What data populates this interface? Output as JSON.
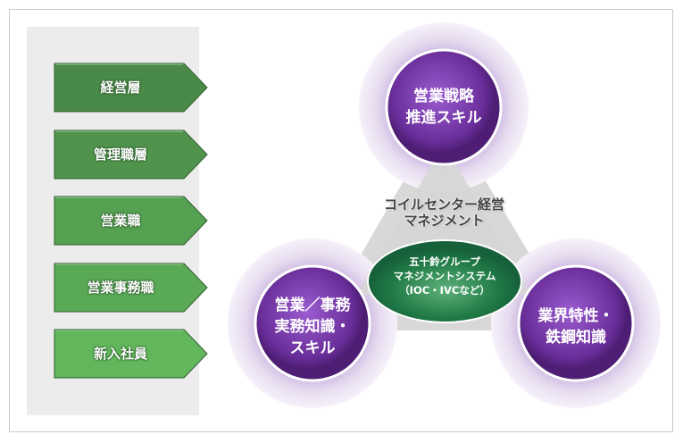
{
  "levels": [
    "経営層",
    "管理職層",
    "営業職",
    "営業事務職",
    "新入社員"
  ],
  "colors": {
    "level_fills": [
      "#4a8a48",
      "#4f934c",
      "#56a052",
      "#5aa956",
      "#62b65c"
    ],
    "circle": "#6a2e9a",
    "halo": "#d9c8e6",
    "ellipse": "#1f7a45"
  },
  "circles": {
    "top": [
      "営業戦略",
      "推進スキル"
    ],
    "left": [
      "営業／事務",
      "実務知識・",
      "スキル"
    ],
    "right": [
      "業界特性・",
      "鉄鋼知識"
    ]
  },
  "center_label": [
    "コイルセンター経営",
    "マネジメント"
  ],
  "ellipse_label": [
    "五十鈴グループ",
    "マネジメントシステム",
    "（IOC・IVCなど）"
  ]
}
